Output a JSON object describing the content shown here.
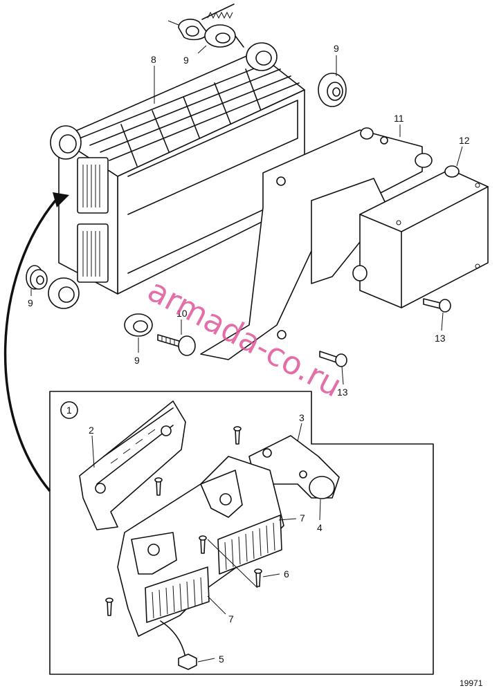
{
  "diagram": {
    "reference_number": "19971",
    "watermark": "armada-co.ru",
    "detail_marker": "1",
    "callouts": {
      "c9_top": "9",
      "c9_right": "9",
      "c8": "8",
      "c11": "11",
      "c12": "12",
      "c9_left": "9",
      "c10": "10",
      "c9_bottom": "9",
      "c13_right": "13",
      "c13_bottom": "13",
      "c2": "2",
      "c3": "3",
      "c4": "4",
      "c7_upper": "7",
      "c6": "6",
      "c7_lower": "7",
      "c5": "5"
    }
  }
}
